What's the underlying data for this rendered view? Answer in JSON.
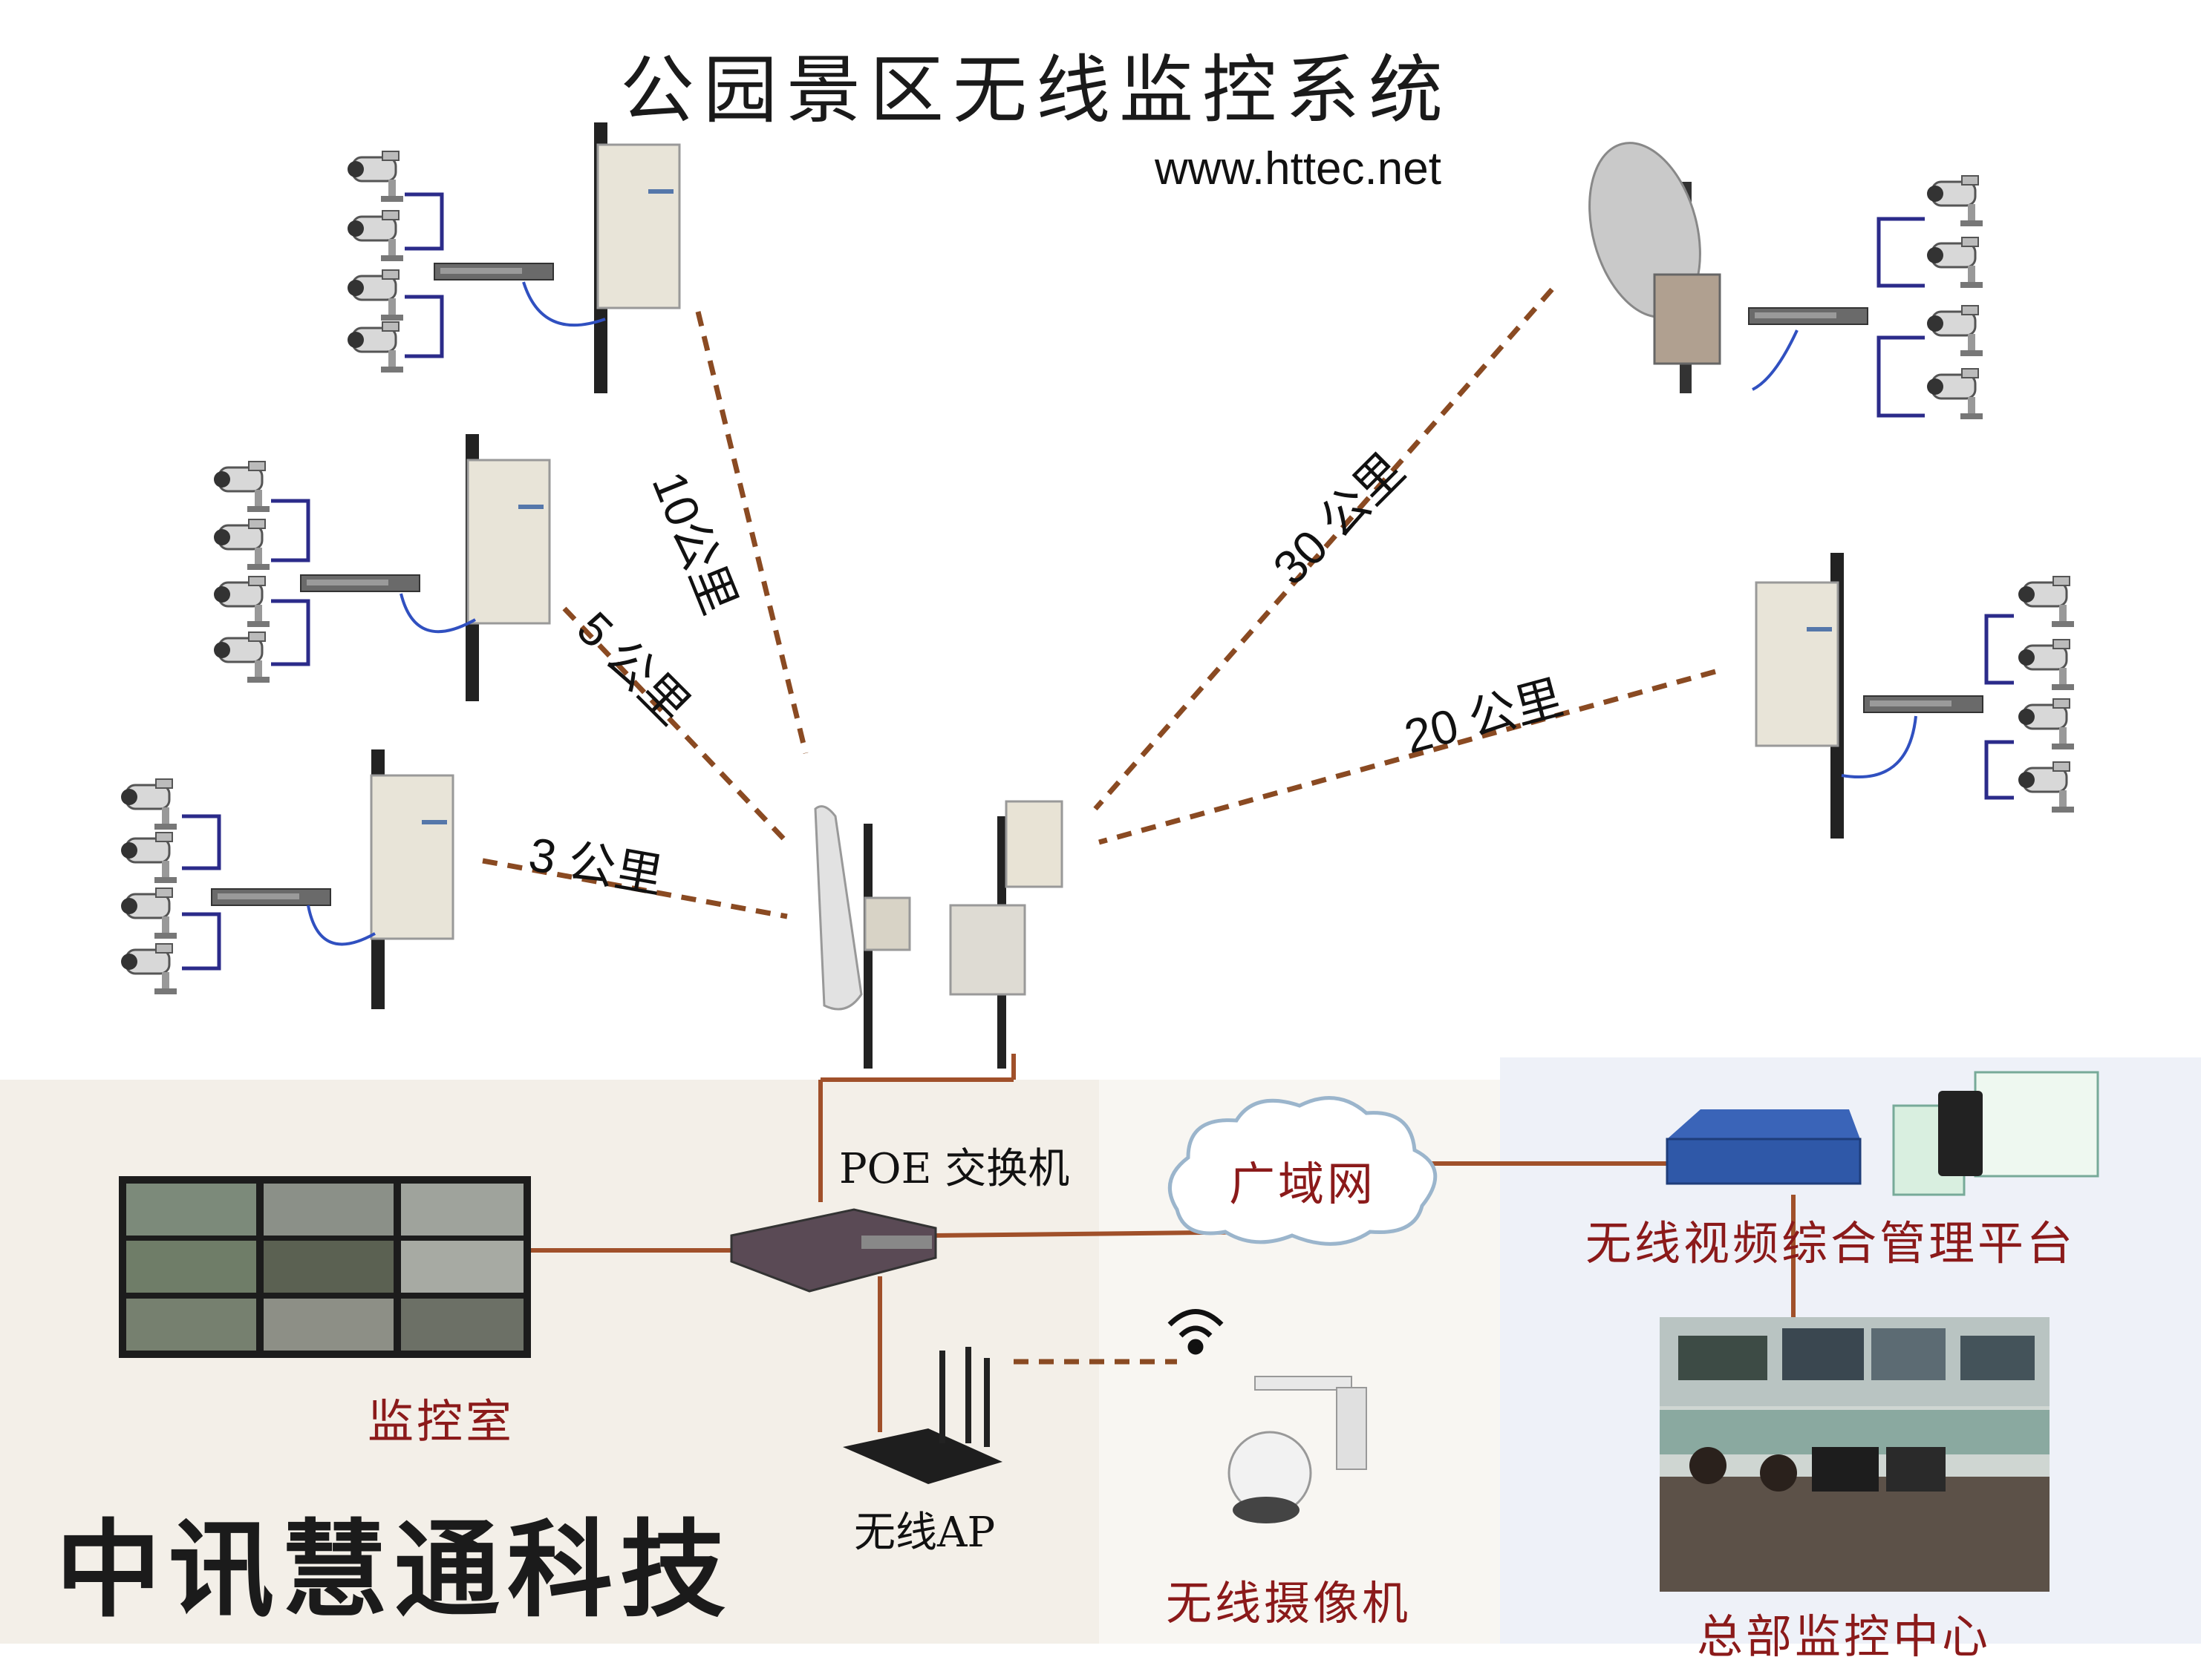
{
  "title": "公园景区无线监控系统",
  "url": "www.httec.net",
  "distances": {
    "d10": "10公里",
    "d5": "5 公里",
    "d3": "3 公里",
    "d30": "30 公里",
    "d20": "20 公里"
  },
  "labels": {
    "poe_switch": "POE 交换机",
    "wan": "广域网",
    "platform": "无线视频综合管理平台",
    "monitor_room": "监控室",
    "wireless_ap": "无线AP",
    "wireless_camera": "无线摄像机",
    "hq_center": "总部监控中心",
    "company": "中讯慧通科技"
  },
  "colors": {
    "link_dashed": "#8a4a22",
    "cable": "#a0502a",
    "bracket": "#2b2b8a",
    "label_red": "#8b1a1a"
  }
}
